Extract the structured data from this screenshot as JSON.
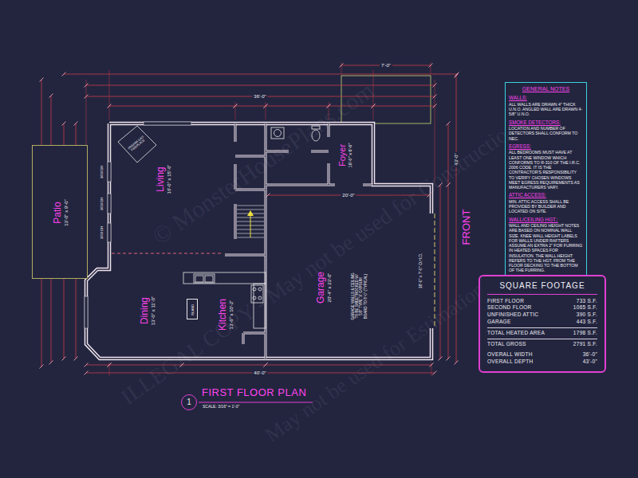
{
  "diagram": {
    "title": "FIRST FLOOR PLAN",
    "caption": "SCALE: 3/16\" = 1'-0\"",
    "nodes": [
      {
        "text": [
          "Patio",
          "13'-0\" x 9'-0\""
        ]
      },
      {
        "text": [
          "Living",
          "16'-0\" x 15'-6\""
        ]
      },
      {
        "text": [
          "Foyer",
          "16'-0\" x 6'-6\""
        ]
      },
      {
        "text": [
          "Garage",
          "20'-4\" x 23'-0\""
        ]
      },
      {
        "text": [
          "Dining",
          "13'-0\" x 11'-0\""
        ]
      },
      {
        "text": [
          "Kitchen",
          "13'-6\" x 10'-2\""
        ]
      },
      {
        "text": [
          "ISLAND"
        ],
        "in": 5
      },
      {
        "text": [
          "GENERAL NOTES",
          "WALLS:",
          "ALL WALLS ARE DRAWN 4\" THICK U.N.O. ANGLED WALL ARE DRAWN 4-5/8\" U.N.O.",
          "SMOKE DETECTORS:",
          "LOCATION AND NUMBER OF DETECTORS SHALL CONFORM TO NEC.",
          "EGRESS:",
          "ALL BEDROOMS MUST HAVE AT LEAST ONE WINDOW WHICH CONFORMS TO R-310 OF THE I.R.C. 2006 CODE. IT IS THE CONTRACTOR'S RESPONSIBILITY TO VERIFY CHOSEN WINDOWS MEET EGRESS REQUIREMENTS AS MANUFACTURERS VARY.",
          "ATTIC ACCESS:",
          "MIN. ATTIC ACCESS SHALL BE PROVIDED BY BUILDER AND LOCATED ON SITE.",
          "WALL/CEILING HGT.:",
          "WALL AND CEILING HEIGHT NOTES ARE BASED ON NOMINAL WALL SIZE. KNEE WALL HEIGHT LABELS FOR WALLS UNDER RAFTERS ASSUME AN EXTRA 2\" FOR FURRING IN HEATED SPACES FOR INSULATION. THE WALL HEIGHT REFERS TO THE HGT. FROM THE FLOOR DECKING TO THE BOTTOM OF THE FURRING."
        ]
      },
      {
        "text": [
          "SQUARE FOOTAGE",
          "FIRST FLOOR",
          "733 S.F.",
          "SECOND FLOOR",
          "1065 S.F.",
          "UNFINISHED ATTIC",
          "390 S.F.",
          "GARAGE",
          "443 S.F.",
          "TOTAL HEATED AREA",
          "1798 S.F.",
          "TOTAL GROSS",
          "2791 S.F.",
          "OVERALL WIDTH",
          "36'-0\"",
          "OVERALL DEPTH",
          "43'-0\""
        ]
      },
      {
        "text": [
          "1"
        ]
      }
    ],
    "labels": [
      "36'-0\"",
      "40'-0\"",
      "7'-0\"",
      "20'-0\"",
      "43'-0\"",
      "FRONT",
      "16'-0\" x 7'-0\" O.H.D.",
      "GARAGE WALLS & CEILING TO BE SHEETROCKED W/ 5/8\" TYPE 'X' GYPSUM BOARD TO 8'-0\" (TYPICAL)",
      "PREFAB GAS FIREPLACE",
      "3050 DH",
      "3050 DH",
      "3050 DH",
      "© MonsterHousePlans.com",
      "ILLEGAL COPY - May not be used for Construction",
      "May not be used for Estimation"
    ]
  }
}
